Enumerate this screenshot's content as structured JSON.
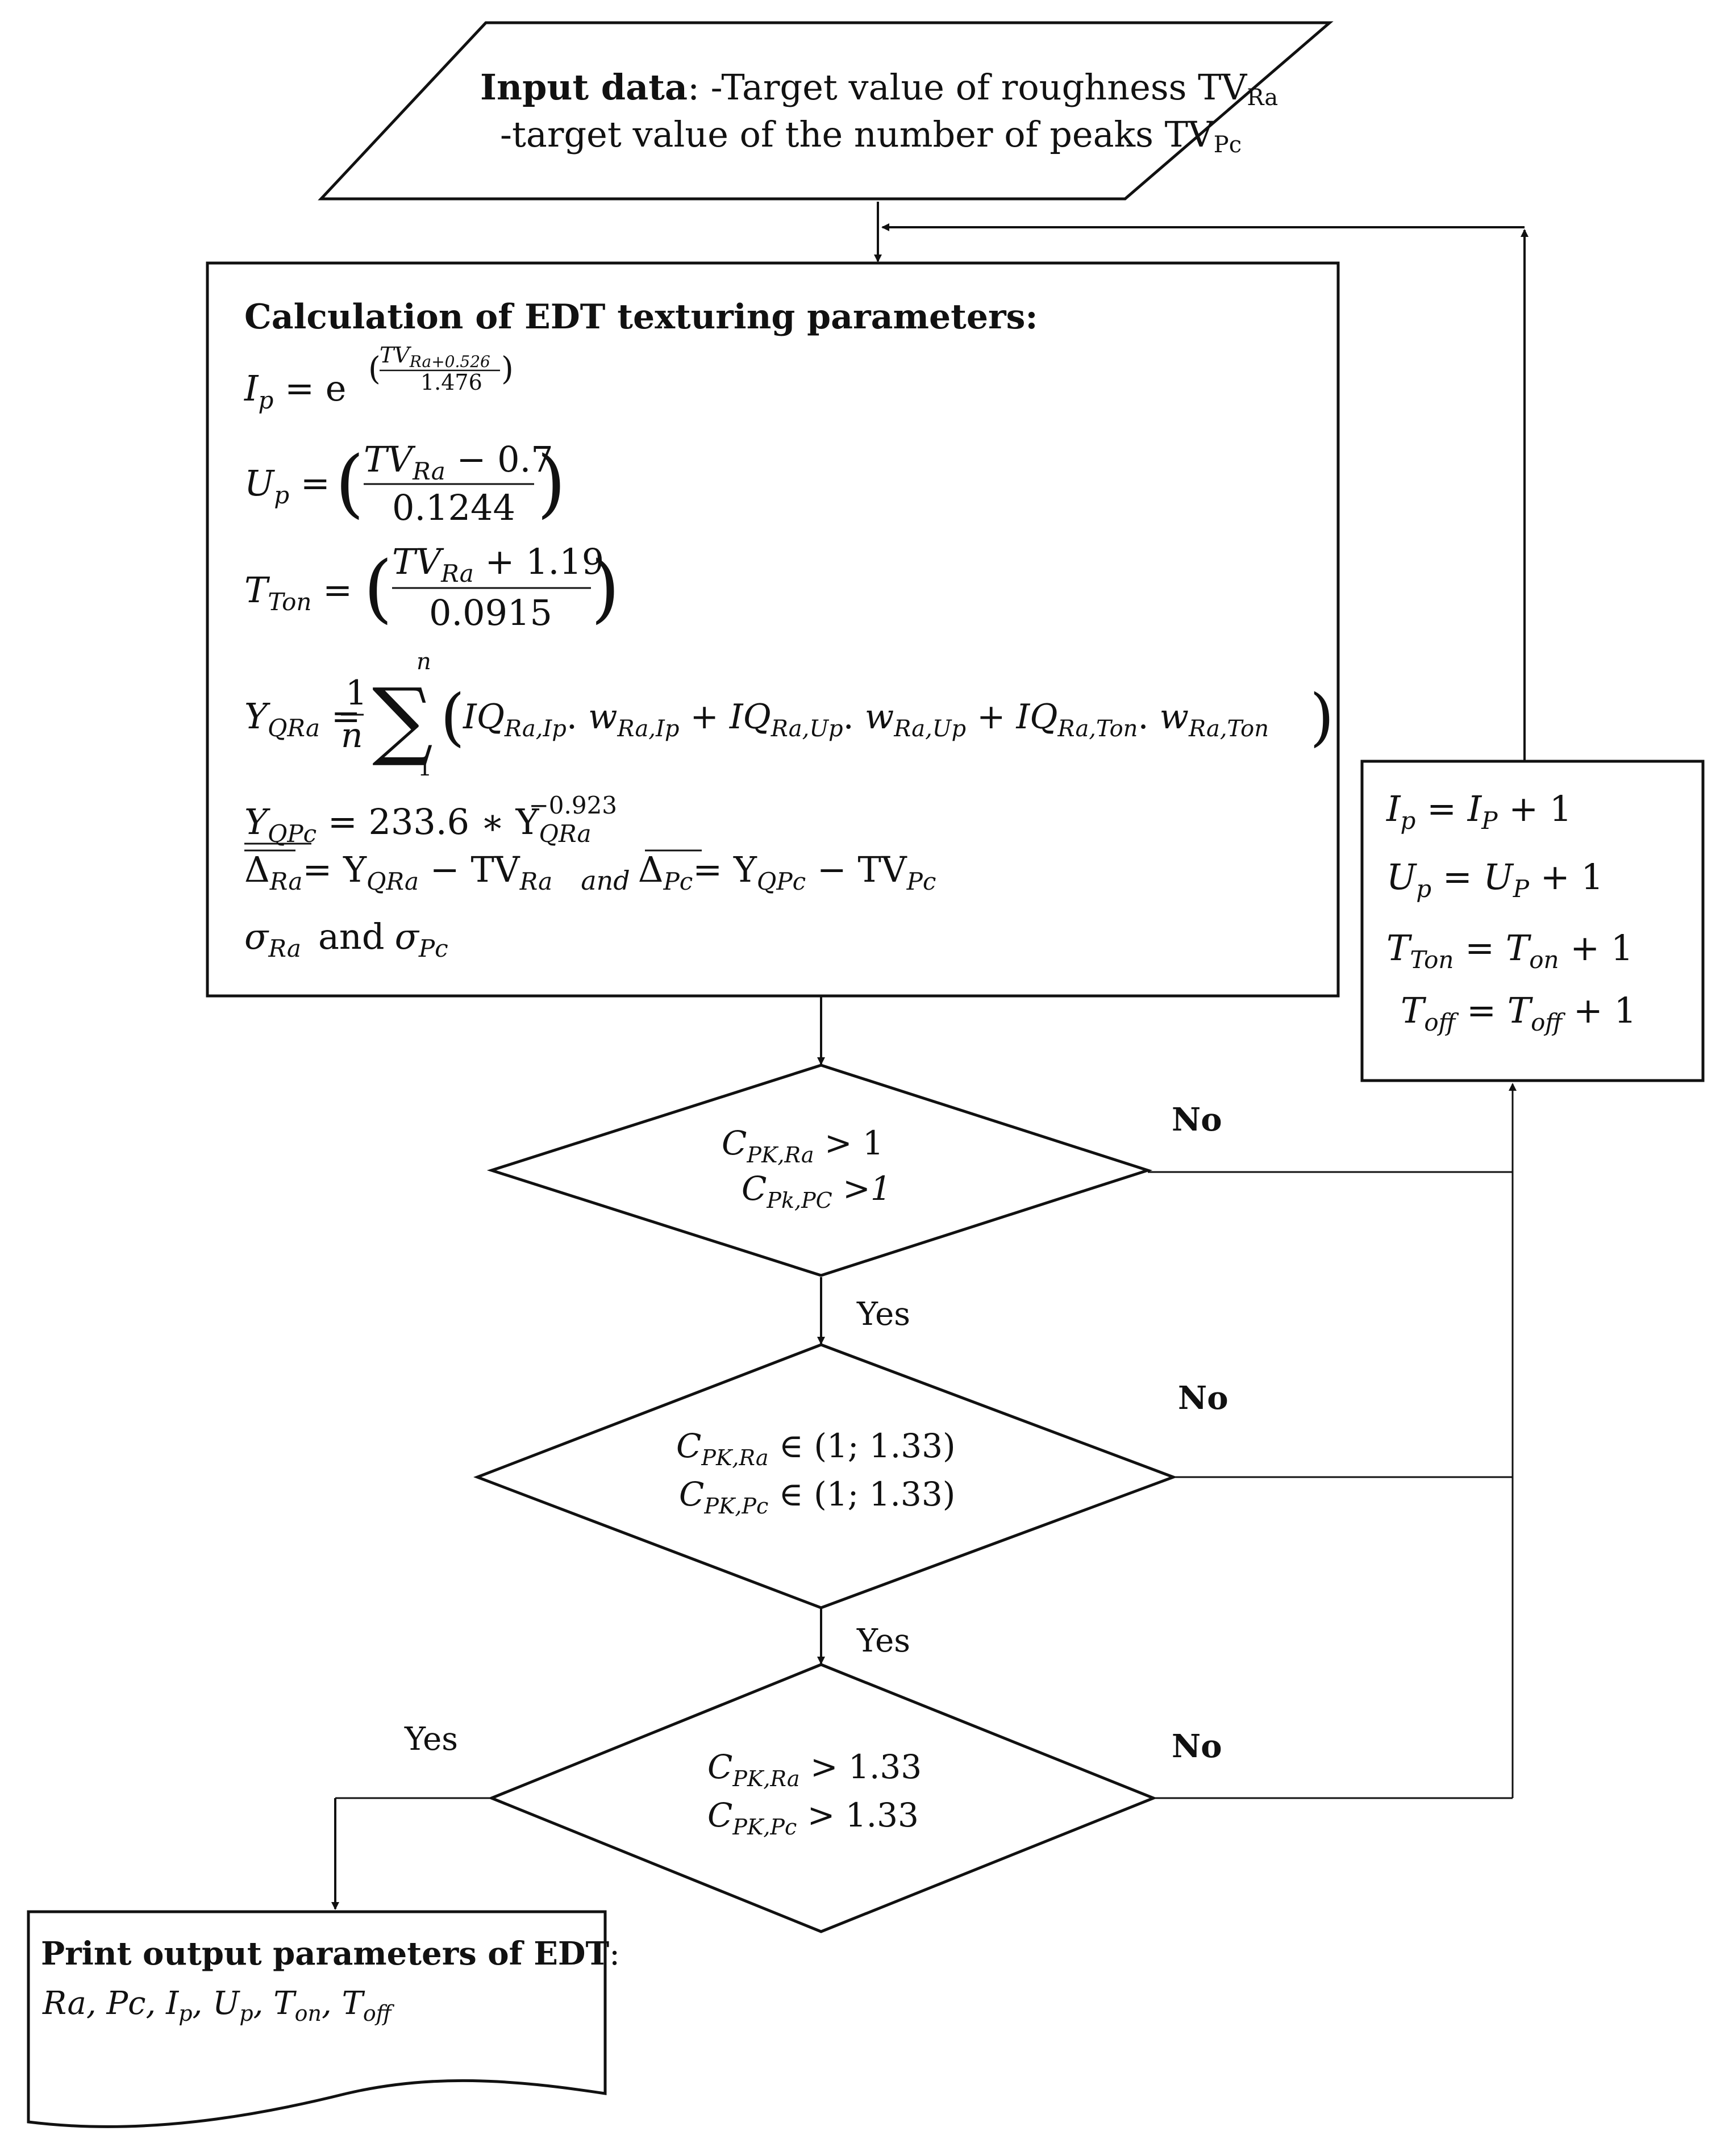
{
  "input": {
    "label_bold": "Input data",
    "label_rest": ": -Target value of roughness TV",
    "label_sub": "Ra",
    "line2": "-target value of the number of peaks TV",
    "line2_sub": "Pc"
  },
  "calc": {
    "title": "Calculation of EDT texturing parameters:",
    "ip_lhs": "I",
    "ip_lhs_sub": "p",
    "ip_rhs_base": "= e",
    "ip_exp_num": "TV",
    "ip_exp_num_sub": "Ra+0.526",
    "ip_exp_den": "1.476",
    "up_lhs": "U",
    "up_lhs_sub": "p",
    "up_num": "TV",
    "up_num_sub": "Ra",
    "up_num_rest": " − 0.7",
    "up_den": "0.1244",
    "tton_lhs": "T",
    "tton_lhs_sub": "Ton",
    "tton_num": "TV",
    "tton_num_sub": "Ra",
    "tton_num_rest": " + 1.19",
    "tton_den": "0.0915",
    "yqra_lhs": "Y",
    "yqra_lhs_sub": "QRa",
    "yqra_n_top": "n",
    "yqra_n_bot": "1",
    "yqra_frac_num": "1",
    "yqra_frac_den": "n",
    "yqra_terms": [
      {
        "iq": "IQ",
        "iq_sub": "Ra,Ip",
        "w": "w",
        "w_sub": "Ra,Ip"
      },
      {
        "iq": "IQ",
        "iq_sub": "Ra,Up",
        "w": "w",
        "w_sub": "Ra,Up"
      },
      {
        "iq": "IQ",
        "iq_sub": "Ra,Ton",
        "w": "w",
        "w_sub": "Ra,Ton"
      }
    ],
    "yqpc_lhs": "Y",
    "yqpc_lhs_sub": "QPc",
    "yqpc_rhs": "=  233.6 ∗ Y",
    "yqpc_rhs_sub": "QRa",
    "yqpc_rhs_sup": "−0.923",
    "delta_ra": "Δ",
    "delta_ra_sub": "Ra",
    "delta_ra_rhs": "= Y",
    "delta_ra_rhs_sub": "QRa",
    "delta_ra_rhs_rest": " − TV",
    "delta_ra_rhs_rest_sub": "Ra",
    "and_word": "and",
    "delta_pc": "Δ",
    "delta_pc_sub": "Pc",
    "delta_pc_rhs": "= Y",
    "delta_pc_rhs_sub": "QPc",
    "delta_pc_rhs_rest": " − TV",
    "delta_pc_rhs_rest_sub": "Pc",
    "sigma_ra": "σ",
    "sigma_ra_sub": "Ra",
    "sigma_and": "and",
    "sigma_pc": "σ",
    "sigma_pc_sub": "Pc"
  },
  "update": {
    "lines": [
      {
        "lhs": "I",
        "lhs_sub": "p",
        "rhs": "= I",
        "rhs_sub": "P",
        "rest": " + 1"
      },
      {
        "lhs": "U",
        "lhs_sub": "p",
        "rhs": "= U",
        "rhs_sub": "P",
        "rest": " + 1"
      },
      {
        "lhs": "T",
        "lhs_sub": "Ton",
        "rhs": "= T",
        "rhs_sub": "on",
        "rest": " + 1"
      },
      {
        "lhs": "T",
        "lhs_sub": "off",
        "rhs": "= T",
        "rhs_sub": "off",
        "rest": " + 1"
      }
    ]
  },
  "decision1": {
    "l1": "C",
    "l1_sub": "PK,Ra",
    "l1_rest": " > 1",
    "l2": "C",
    "l2_sub": "Pk,PC",
    "l2_rest": " >1"
  },
  "decision2": {
    "l1": "C",
    "l1_sub": "PK,Ra",
    "l1_rest": " ∈ (1; 1.33)",
    "l2": "C",
    "l2_sub": "PK,Pc",
    "l2_rest": " ∈ (1; 1.33)"
  },
  "decision3": {
    "l1": "C",
    "l1_sub": "PK,Ra",
    "l1_rest": " > 1.33",
    "l2": "C",
    "l2_sub": "PK,Pc",
    "l2_rest": " > 1.33"
  },
  "labels": {
    "no1": "No",
    "no2": "No",
    "no3": "No",
    "yes1": "Yes",
    "yes2": "Yes",
    "yes3": "Yes"
  },
  "output": {
    "title_bold": "Print output parameters of EDT",
    "title_colon": ":",
    "params": "Ra, Pc, I",
    "params_sub_p": "p",
    "params_u": ", U",
    "params_sub_up": "p",
    "params_t": ", T",
    "params_sub_ton": "on",
    "params_t2": ", T",
    "params_sub_toff": "off"
  }
}
